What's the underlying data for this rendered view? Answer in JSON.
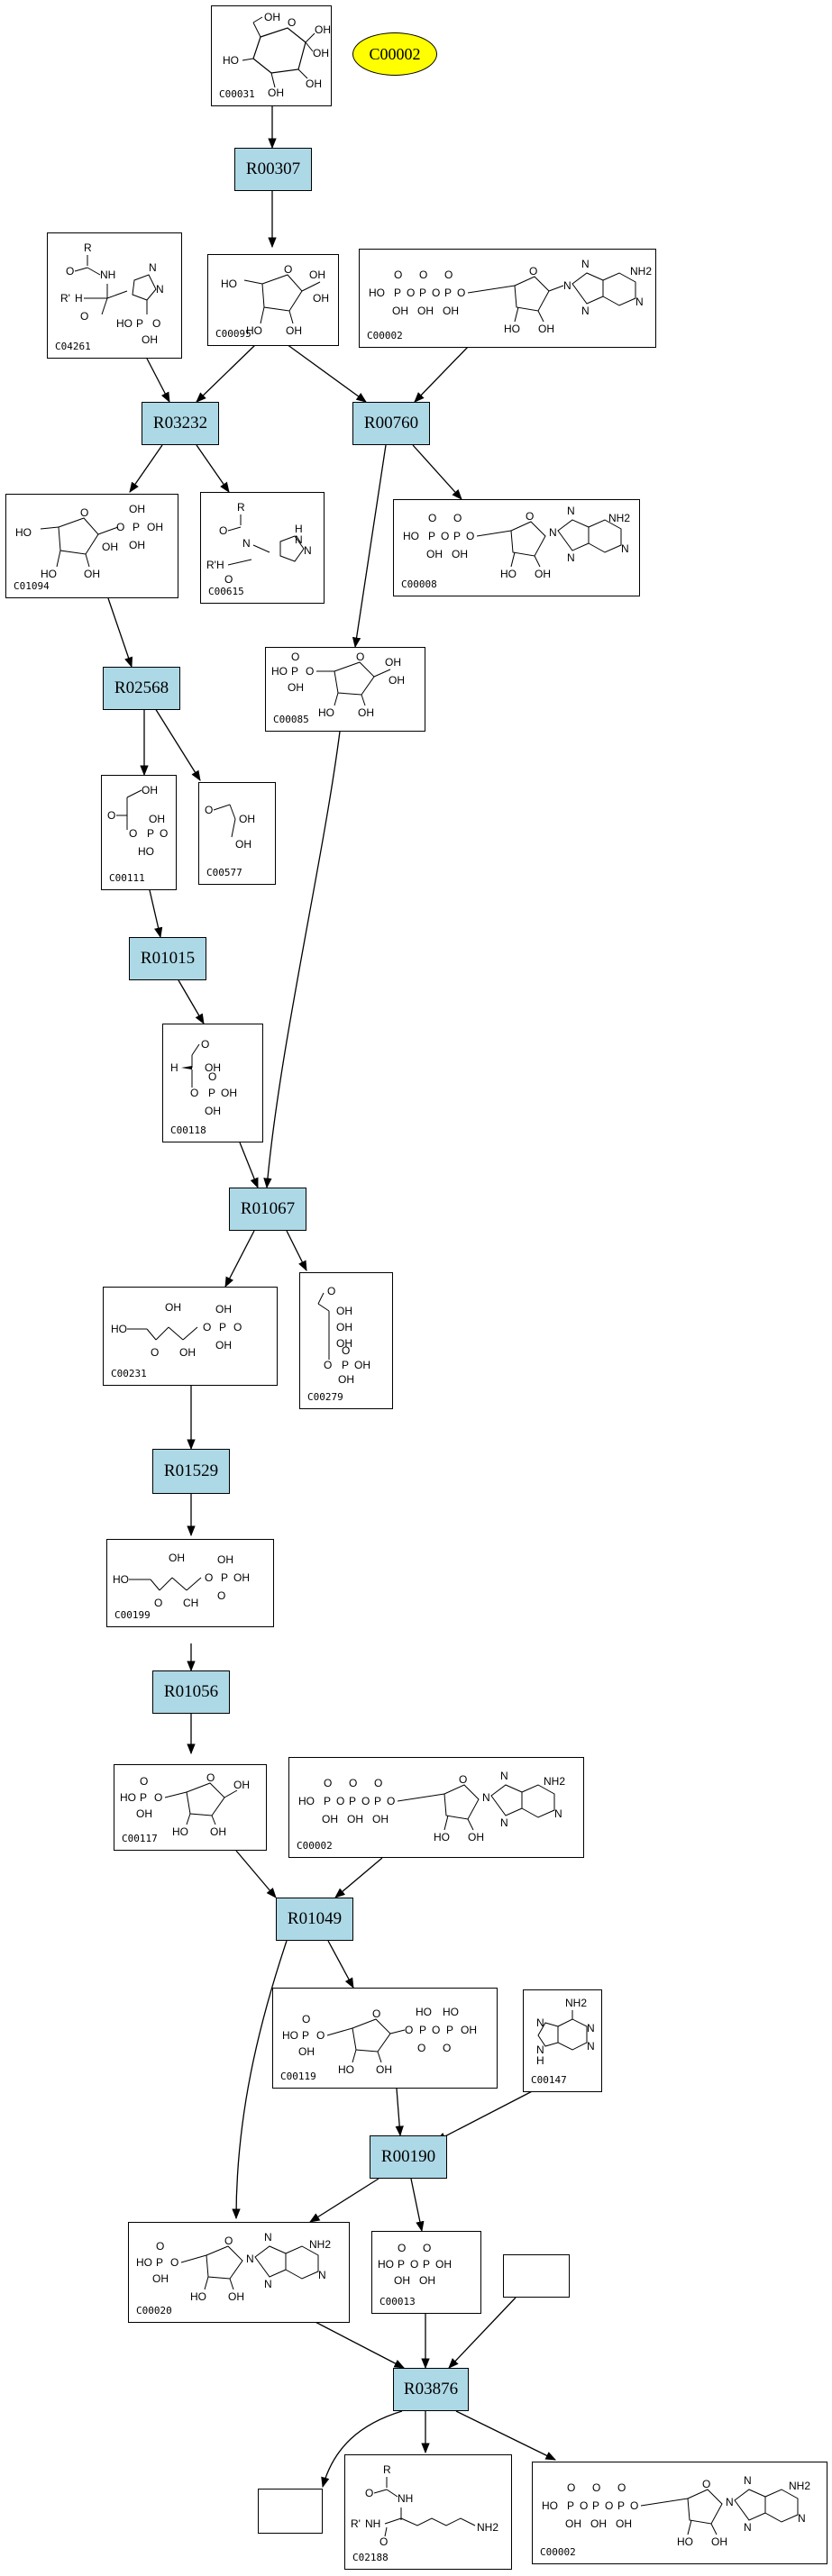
{
  "highlight": {
    "label": "C00002",
    "color": "#ffff00"
  },
  "reaction_color": "#add8e6",
  "reactions": [
    "R00307",
    "R03232",
    "R00760",
    "R02568",
    "R01015",
    "R01067",
    "R01529",
    "R01056",
    "R01049",
    "R00190",
    "R03876"
  ],
  "compounds": {
    "c00031_top": "C00031",
    "c04261": "C04261",
    "c00095": "C00095",
    "c00002_a": "C00002",
    "c01094": "C01094",
    "c00615": "C00615",
    "c00008": "C00008",
    "c00085": "C00085",
    "c00111": "C00111",
    "c00577": "C00577",
    "c00118": "C00118",
    "c00231": "C00231",
    "c00279": "C00279",
    "c00199": "C00199",
    "c00117": "C00117",
    "c00002_b": "C00002",
    "c00119": "C00119",
    "c00147": "C00147",
    "c00020": "C00020",
    "c00013": "C00013",
    "c02188": "C02188",
    "c00002_c": "C00002"
  },
  "atoms": {
    "oh": "OH",
    "ho": "HO",
    "o": "O",
    "p": "P",
    "h": "H",
    "r": "R",
    "nh": "NH",
    "nh2": "NH2",
    "n": "N",
    "hn": "HN",
    "c": "C",
    "ch": "CH",
    "r_h": "R'H",
    "r_n": "R'",
    "h_n": "H"
  }
}
